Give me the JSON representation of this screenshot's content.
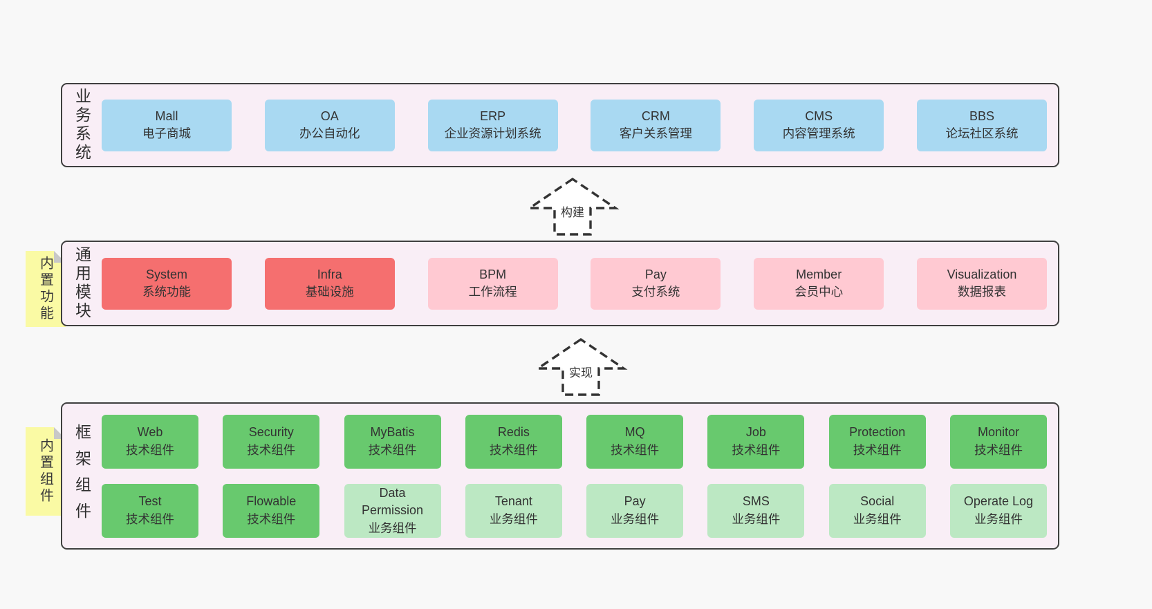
{
  "colors": {
    "page_background": "#f8f8f8",
    "layer_background": "#f9eef6",
    "layer_border": "#3f3f3f",
    "node_blue": "#a9d9f2",
    "node_red": "#f56f6f",
    "node_pink": "#ffc9d2",
    "node_green": "#68c96e",
    "node_lightgreen": "#bce8c3",
    "sticky_yellow": "#fafaa4",
    "sticky_fold_gray": "#c8c8c8",
    "text": "#333333",
    "arrow_stroke": "#333333"
  },
  "arrows": {
    "build": "构建",
    "implement": "实现"
  },
  "business": {
    "label": "业务系统",
    "boxes": [
      {
        "name": "Mall",
        "desc": "电子商城"
      },
      {
        "name": "OA",
        "desc": "办公自动化"
      },
      {
        "name": "ERP",
        "desc": "企业资源计划系统"
      },
      {
        "name": "CRM",
        "desc": "客户关系管理"
      },
      {
        "name": "CMS",
        "desc": "内容管理系统"
      },
      {
        "name": "BBS",
        "desc": "论坛社区系统"
      }
    ]
  },
  "modules": {
    "label": "通用模块",
    "sticky": "内置功能",
    "boxes": [
      {
        "name": "System",
        "desc": "系统功能"
      },
      {
        "name": "Infra",
        "desc": "基础设施"
      },
      {
        "name": "BPM",
        "desc": "工作流程"
      },
      {
        "name": "Pay",
        "desc": "支付系统"
      },
      {
        "name": "Member",
        "desc": "会员中心"
      },
      {
        "name": "Visualization",
        "desc": "数据报表"
      }
    ]
  },
  "framework": {
    "label": "框架组件",
    "sticky": "内置组件",
    "row1": [
      {
        "name": "Web",
        "desc": "技术组件"
      },
      {
        "name": "Security",
        "desc": "技术组件"
      },
      {
        "name": "MyBatis",
        "desc": "技术组件"
      },
      {
        "name": "Redis",
        "desc": "技术组件"
      },
      {
        "name": "MQ",
        "desc": "技术组件"
      },
      {
        "name": "Job",
        "desc": "技术组件"
      },
      {
        "name": "Protection",
        "desc": "技术组件"
      },
      {
        "name": "Monitor",
        "desc": "技术组件"
      }
    ],
    "row2": [
      {
        "name": "Test",
        "desc": "技术组件"
      },
      {
        "name": "Flowable",
        "desc": "技术组件"
      },
      {
        "name": "Data Permission",
        "desc": "业务组件"
      },
      {
        "name": "Tenant",
        "desc": "业务组件"
      },
      {
        "name": "Pay",
        "desc": "业务组件"
      },
      {
        "name": "SMS",
        "desc": "业务组件"
      },
      {
        "name": "Social",
        "desc": "业务组件"
      },
      {
        "name": "Operate Log",
        "desc": "业务组件"
      }
    ]
  }
}
